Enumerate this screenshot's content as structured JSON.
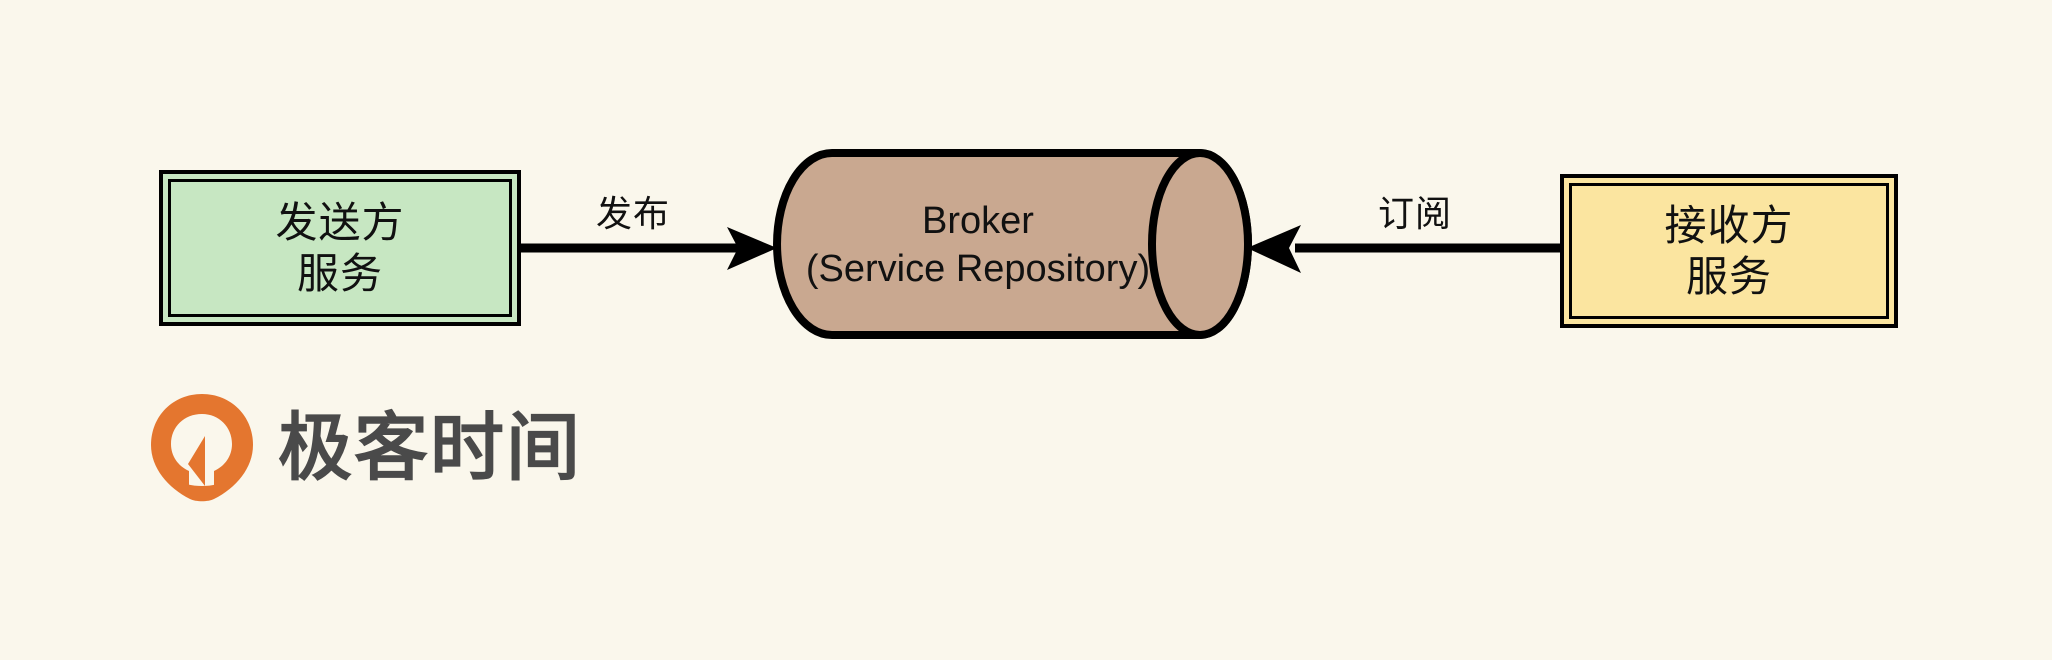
{
  "diagram": {
    "background_color": "#FAF7EC",
    "type": "publish-subscribe-broker",
    "nodes": {
      "sender": {
        "line1": "发送方",
        "line2": "服务",
        "fill_color": "#C7E7C2",
        "border_color": "#000000",
        "shape": "double-bordered-rectangle"
      },
      "broker": {
        "line1": "Broker",
        "line2": "(Service Repository)",
        "fill_color": "#C9A890",
        "border_color": "#000000",
        "shape": "cylinder"
      },
      "receiver": {
        "line1": "接收方",
        "line2": "服务",
        "fill_color": "#FBE5A0",
        "border_color": "#000000",
        "shape": "double-bordered-rectangle"
      }
    },
    "edges": {
      "publish": {
        "label": "发布",
        "from": "sender",
        "to": "broker",
        "direction": "right",
        "color": "#000000"
      },
      "subscribe": {
        "label": "订阅",
        "from": "receiver",
        "to": "broker",
        "direction": "left",
        "color": "#000000"
      }
    }
  },
  "brand": {
    "wordmark": "极客时间",
    "mark_color": "#E4762F",
    "wordmark_color": "#4A4A4A"
  }
}
